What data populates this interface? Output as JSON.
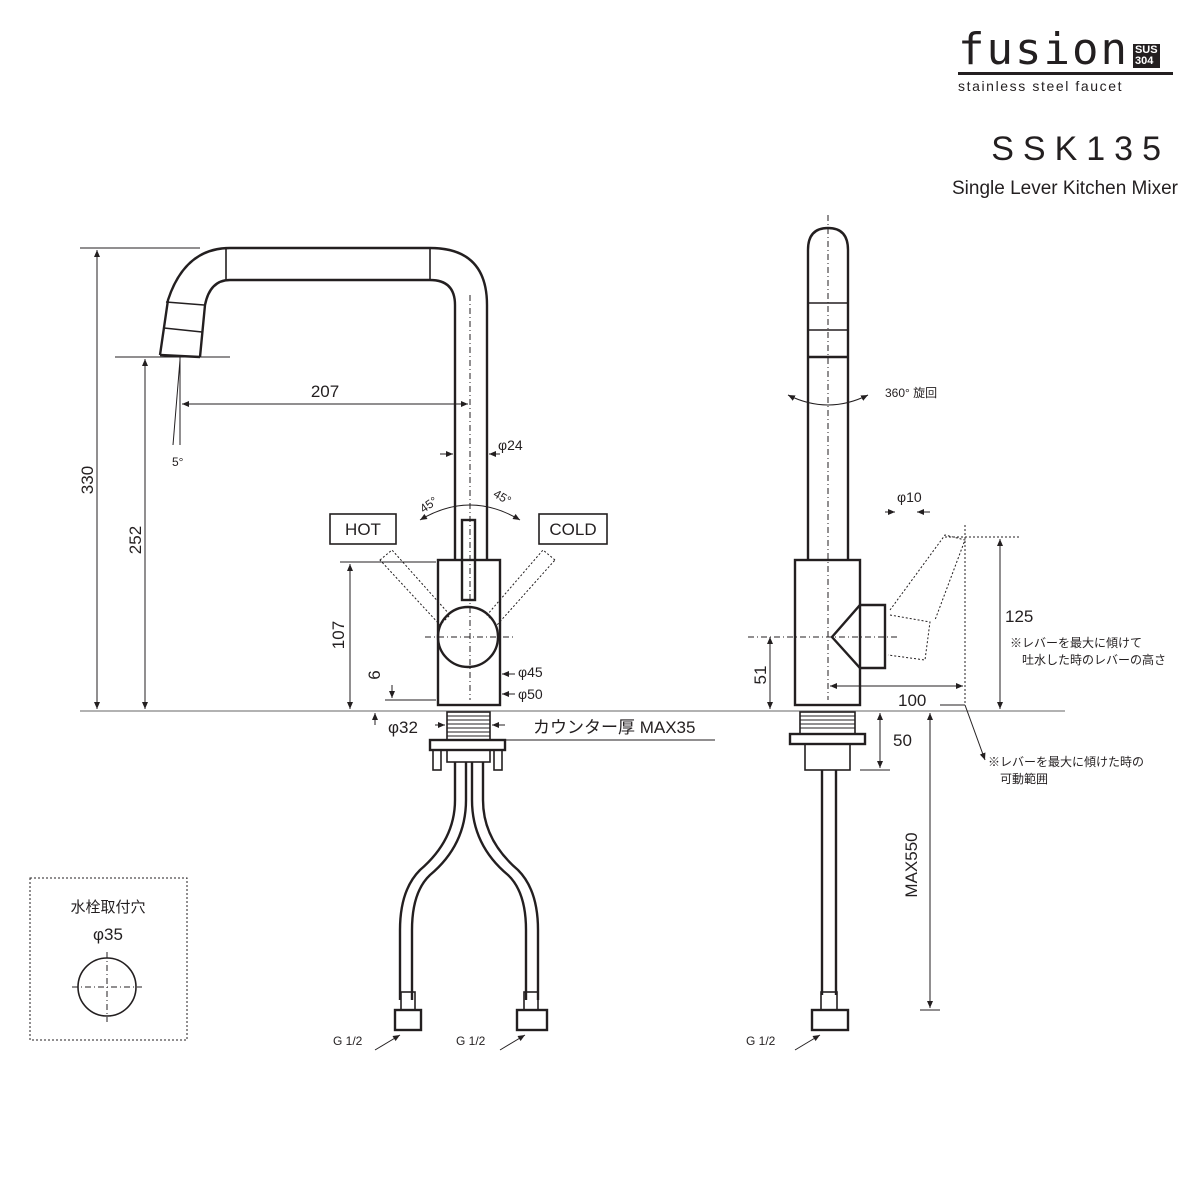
{
  "brand": {
    "name": "fusion",
    "badge_line1": "SUS",
    "badge_line2": "304",
    "tagline": "stainless steel faucet"
  },
  "model": "SSK135",
  "description": "Single Lever Kitchen Mixer",
  "front_view": {
    "dims": {
      "height_total": "330",
      "spout_height": "252",
      "reach": "207",
      "column_dia": "φ24",
      "hot": "HOT",
      "cold": "COLD",
      "angle_left": "45°",
      "angle_right": "45°",
      "spout_angle": "5°",
      "body_height": "107",
      "base_gap": "6",
      "dia45": "φ45",
      "dia50": "φ50",
      "dia32": "φ32",
      "counter": "カウンター厚 MAX35"
    },
    "connections": [
      "G 1/2",
      "G 1/2"
    ]
  },
  "side_view": {
    "dims": {
      "rotation": "360° 旋回",
      "lever_dia": "φ10",
      "lever_height": "125",
      "lever_note_1": "※レバーを最大に傾けて",
      "lever_note_2": "吐水した時のレバーの高さ",
      "base_height": "51",
      "lever_range": "100",
      "range_note_1": "※レバーを最大に傾けた時の",
      "range_note_2": "可動範囲",
      "shank": "50",
      "hose": "MAX550"
    },
    "connection": "G 1/2"
  },
  "hole": {
    "label": "水栓取付穴",
    "dia": "φ35"
  }
}
